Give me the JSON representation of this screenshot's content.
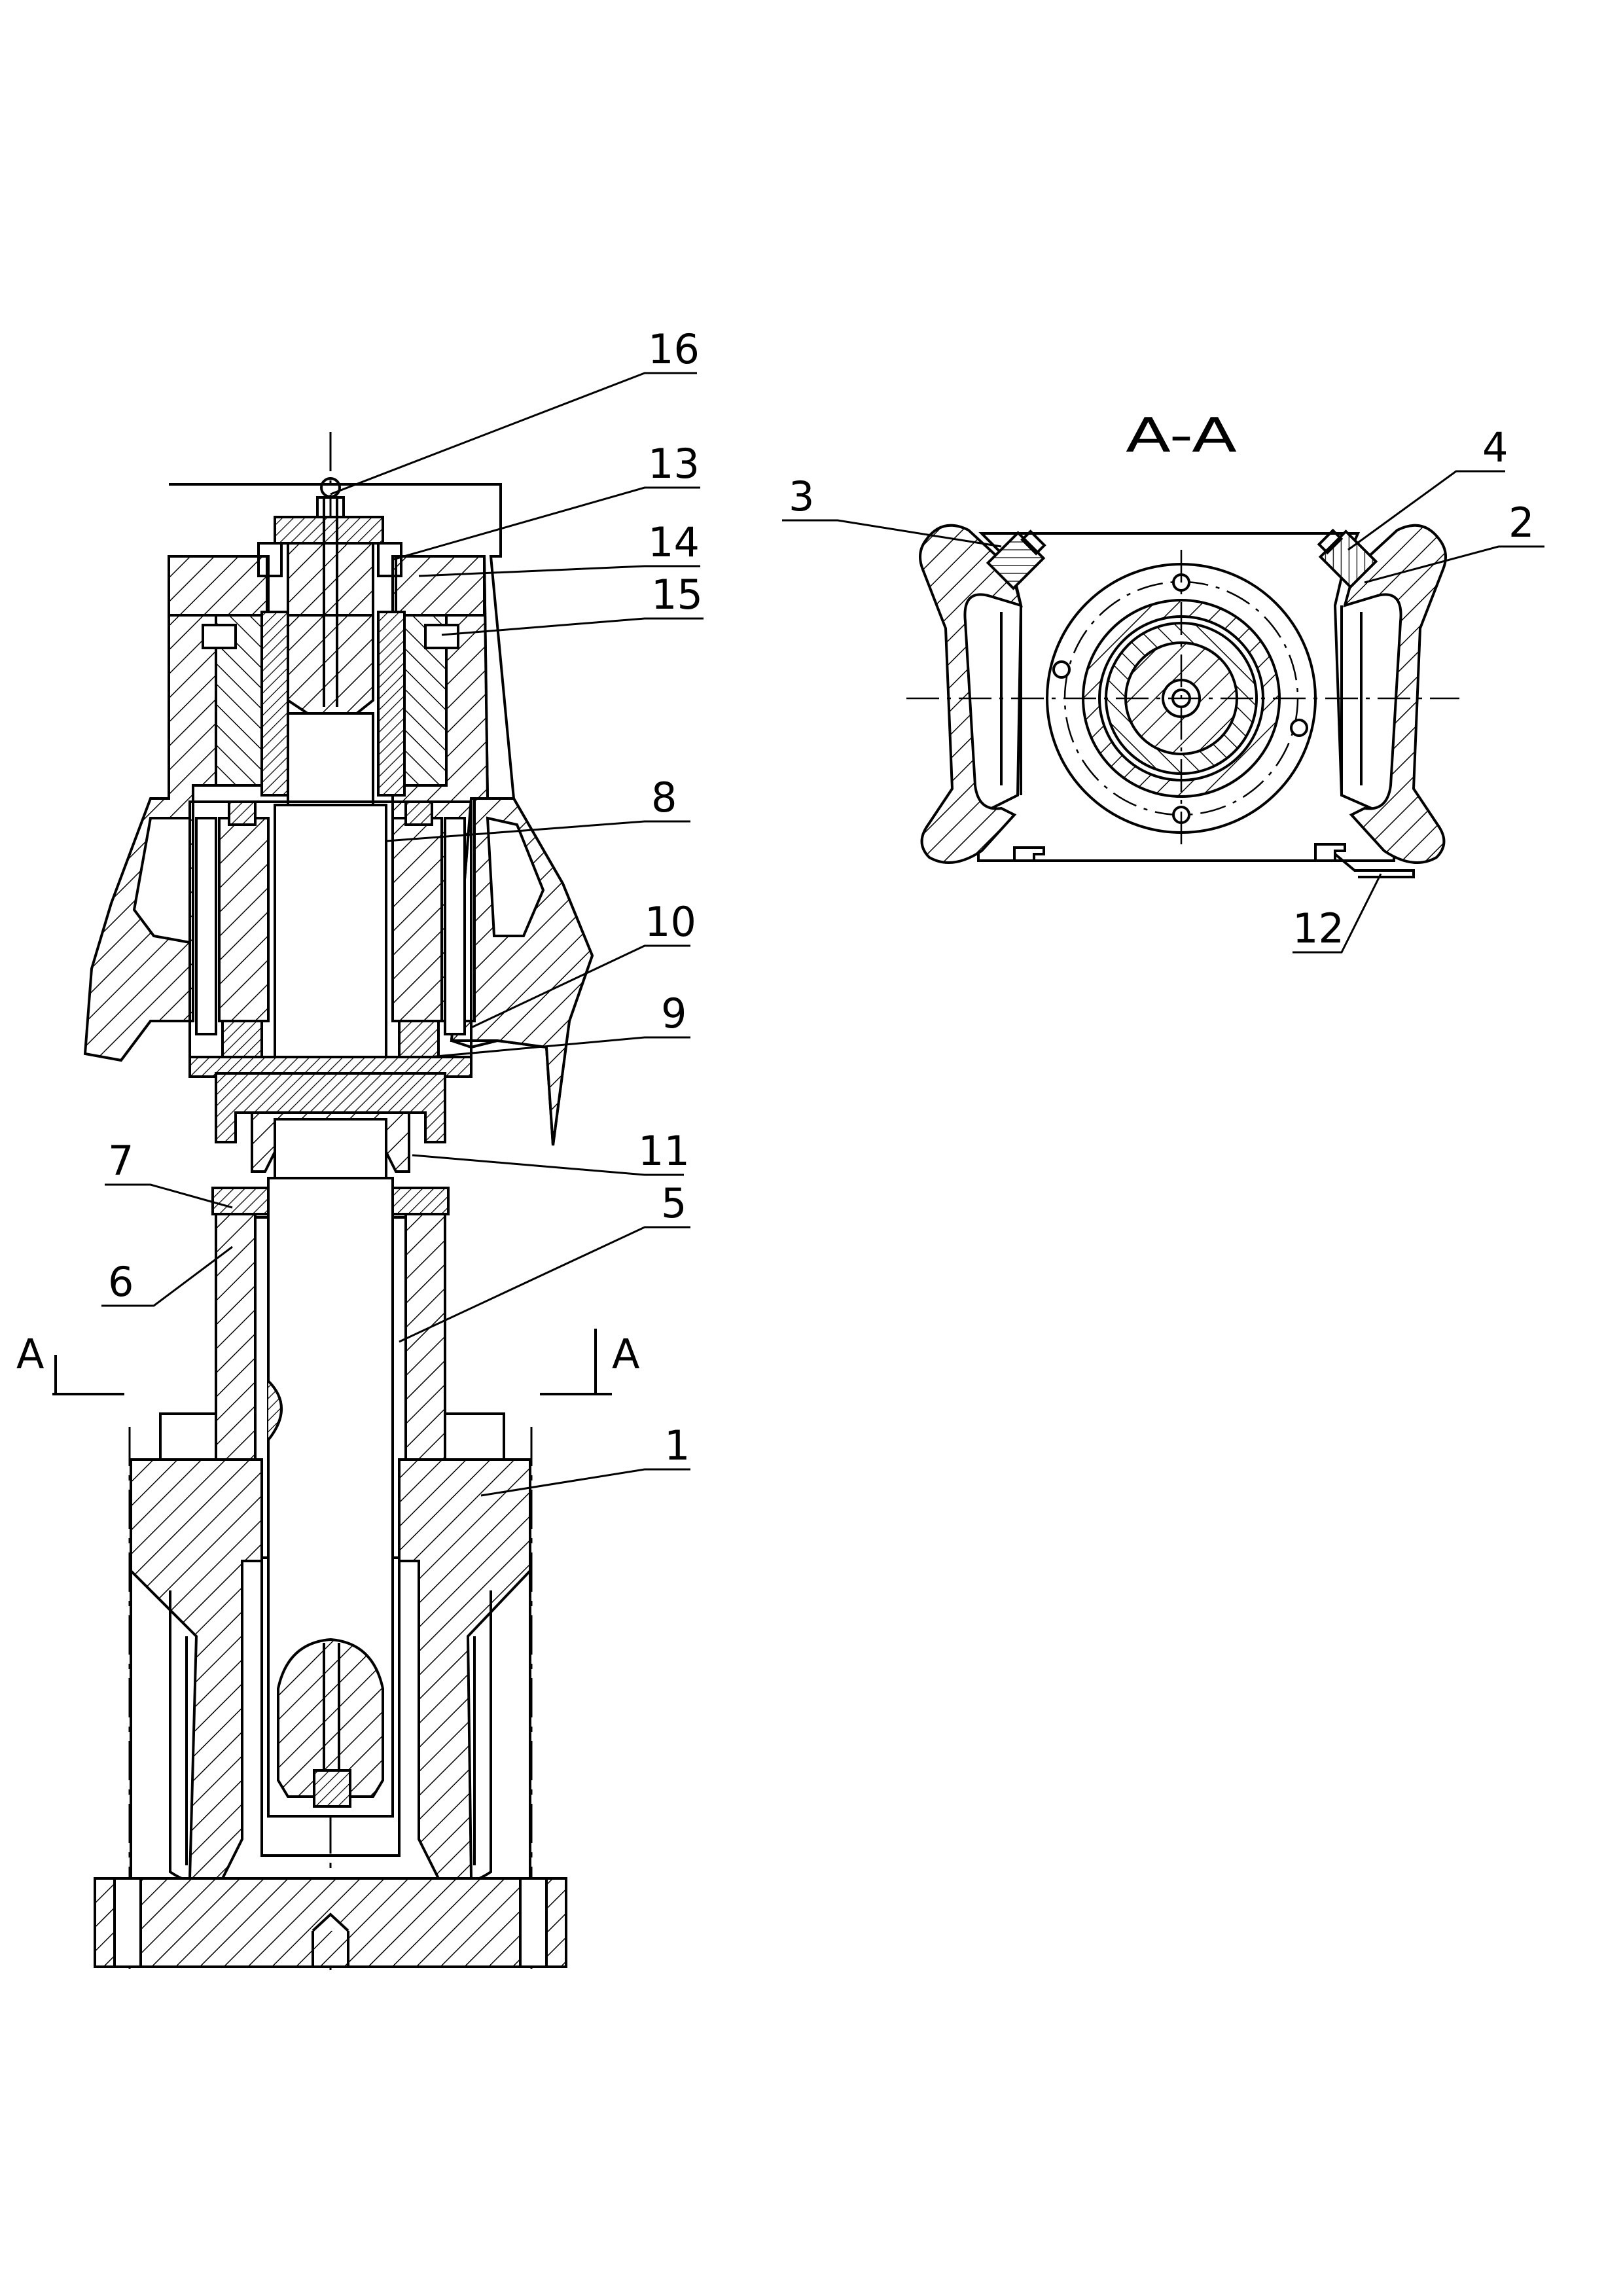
{
  "section_view_title": "A-A",
  "section_marker_left": "A",
  "section_marker_right": "A",
  "callouts": {
    "c1": "1",
    "c2": "2",
    "c3": "3",
    "c4": "4",
    "c5": "5",
    "c6": "6",
    "c7": "7",
    "c8": "8",
    "c9": "9",
    "c10": "10",
    "c11": "11",
    "c12": "12",
    "c13": "13",
    "c14": "14",
    "c15": "15",
    "c16": "16"
  }
}
